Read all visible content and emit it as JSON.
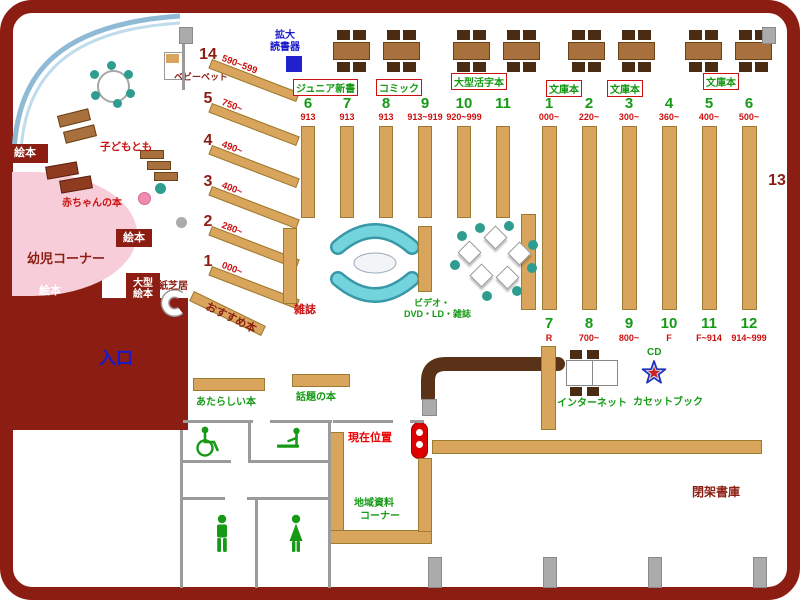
{
  "palette": {
    "frame": "#8C1D12",
    "shelf_fill": "#D9A45B",
    "shelf_border": "#9C7B33",
    "green": "#169A16",
    "red": "#CC1111",
    "dark_red": "#8C1D12",
    "blue": "#1818CC",
    "teal": "#2E9D8F",
    "cyan": "#74D4DE",
    "pink": "#F7CDD9",
    "wall_gray": "#9B9B9B",
    "table_brown": "#A8703C",
    "chair_brown": "#4A2B14",
    "counter_brown": "#5A3217",
    "marker_red": "#DD0000"
  },
  "entrance": {
    "label": "入口"
  },
  "children_area": {
    "ehon_tab1": "絵本",
    "ehon_tab2": "絵本",
    "ehon_tab3": "絵本",
    "ogata_ehon_line1": "大型",
    "ogata_ehon_line2": "絵本",
    "kamishibai": "紙芝居",
    "yoji_corner": "幼児コーナー",
    "akachan_books": "赤ちゃんの本",
    "kodomotomo": "子どもとも",
    "baby_bed": "ベビーベッド"
  },
  "reader": {
    "line1": "拡大",
    "line2": "読書器"
  },
  "diagonal_shelves": [
    {
      "no": "14",
      "range": "590~599"
    },
    {
      "no": "5",
      "range": "750~"
    },
    {
      "no": "4",
      "range": "490~"
    },
    {
      "no": "3",
      "range": "400~"
    },
    {
      "no": "2",
      "range": "280~"
    },
    {
      "no": "1",
      "range": "000~"
    }
  ],
  "osusume": {
    "label": "おすすめ本"
  },
  "top_labels": {
    "junior": "ジュニア新書",
    "comic": "コミック",
    "large_print": "大型活字本",
    "bunko1": "文庫本",
    "bunko2": "文庫本",
    "bunko3": "文庫本"
  },
  "left_group": {
    "cols": [
      {
        "no": "6",
        "range": "913"
      },
      {
        "no": "7",
        "range": "913"
      },
      {
        "no": "8",
        "range": "913"
      },
      {
        "no": "9",
        "range": "913~919"
      },
      {
        "no": "10",
        "range": "920~999"
      },
      {
        "no": "11",
        "range": ""
      }
    ]
  },
  "right_group": {
    "cols": [
      {
        "no": "1",
        "range": "000~"
      },
      {
        "no": "2",
        "range": "220~"
      },
      {
        "no": "3",
        "range": "300~"
      },
      {
        "no": "4",
        "range": "360~"
      },
      {
        "no": "5",
        "range": "400~"
      },
      {
        "no": "6",
        "range": "500~"
      }
    ]
  },
  "bottom_group": {
    "cols": [
      {
        "no": "7",
        "range": "R"
      },
      {
        "no": "8",
        "range": "700~"
      },
      {
        "no": "9",
        "range": "800~"
      },
      {
        "no": "10",
        "range": "F"
      },
      {
        "no": "11",
        "range": "F~914"
      },
      {
        "no": "12",
        "range": "914~999"
      }
    ]
  },
  "shelf13": {
    "label": "13"
  },
  "magazines": {
    "label": "雑誌"
  },
  "media": {
    "line1": "ビデオ・",
    "line2": "DVD・LD・雑誌"
  },
  "services": {
    "internet": "インターネット",
    "cd": "CD",
    "cassette": "カセットブック",
    "new_books": "あたらしい本",
    "topic_books": "話題の本",
    "current_location": "現在位置",
    "local_line1": "地域資料",
    "local_line2": "コーナー",
    "closed_stacks": "閉架書庫"
  }
}
